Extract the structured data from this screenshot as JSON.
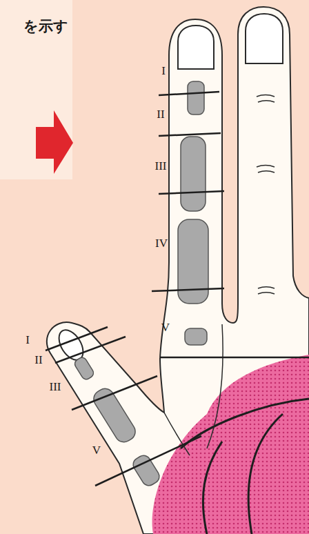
{
  "diagram": {
    "labels": [
      "を示す",
      "I",
      "II",
      "III",
      "IV",
      "V",
      "I",
      "II",
      "III",
      "V"
    ]
  }
}
